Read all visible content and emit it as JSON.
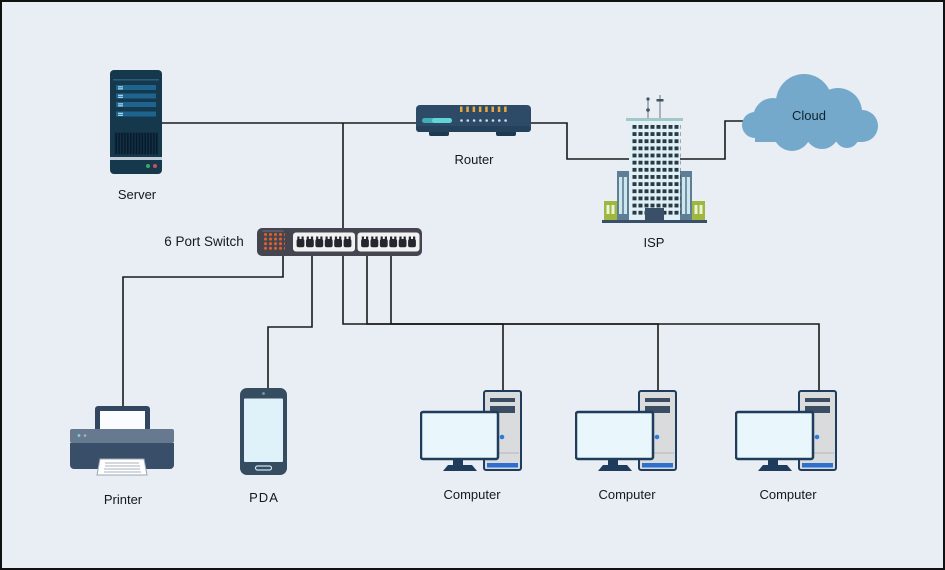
{
  "diagram": {
    "type": "network-diagram",
    "background_color": "#E9EEF5",
    "connector_color": "#1A1A1A"
  },
  "nodes": {
    "server": {
      "label": "Server"
    },
    "router": {
      "label": "Router"
    },
    "isp": {
      "label": "ISP"
    },
    "cloud": {
      "label": "Cloud"
    },
    "switch": {
      "label": "6 Port Switch"
    },
    "printer": {
      "label": "Printer"
    },
    "pda": {
      "label": "PDA"
    },
    "computer1": {
      "label": "Computer"
    },
    "computer2": {
      "label": "Computer"
    },
    "computer3": {
      "label": "Computer"
    }
  },
  "edges": [
    {
      "from": "Server",
      "to": "Router"
    },
    {
      "from": "Router",
      "to": "ISP"
    },
    {
      "from": "ISP",
      "to": "Cloud"
    },
    {
      "from": "6 Port Switch",
      "to": "Server-Router trunk"
    },
    {
      "from": "6 Port Switch",
      "to": "Printer"
    },
    {
      "from": "6 Port Switch",
      "to": "PDA"
    },
    {
      "from": "6 Port Switch",
      "to": "Computer 1"
    },
    {
      "from": "6 Port Switch",
      "to": "Computer 2"
    },
    {
      "from": "6 Port Switch",
      "to": "Computer 3"
    }
  ],
  "colors": {
    "device_navy": "#16384D",
    "router_body": "#2D4B66",
    "switch_body": "#45454F",
    "port_panel": "#F1F1F1",
    "accent_orange": "#E06030",
    "accent_teal": "#62D4D6",
    "cloud_blue": "#74A9CC",
    "building_light": "#DFF0F6",
    "building_wing": "#5D7E94",
    "building_green": "#9FB73E",
    "pc_tower_gray": "#D9DBDD",
    "pc_screen": "#E9F7FD",
    "blue_accent": "#2E7BD6",
    "printer_body": "#394E68"
  }
}
